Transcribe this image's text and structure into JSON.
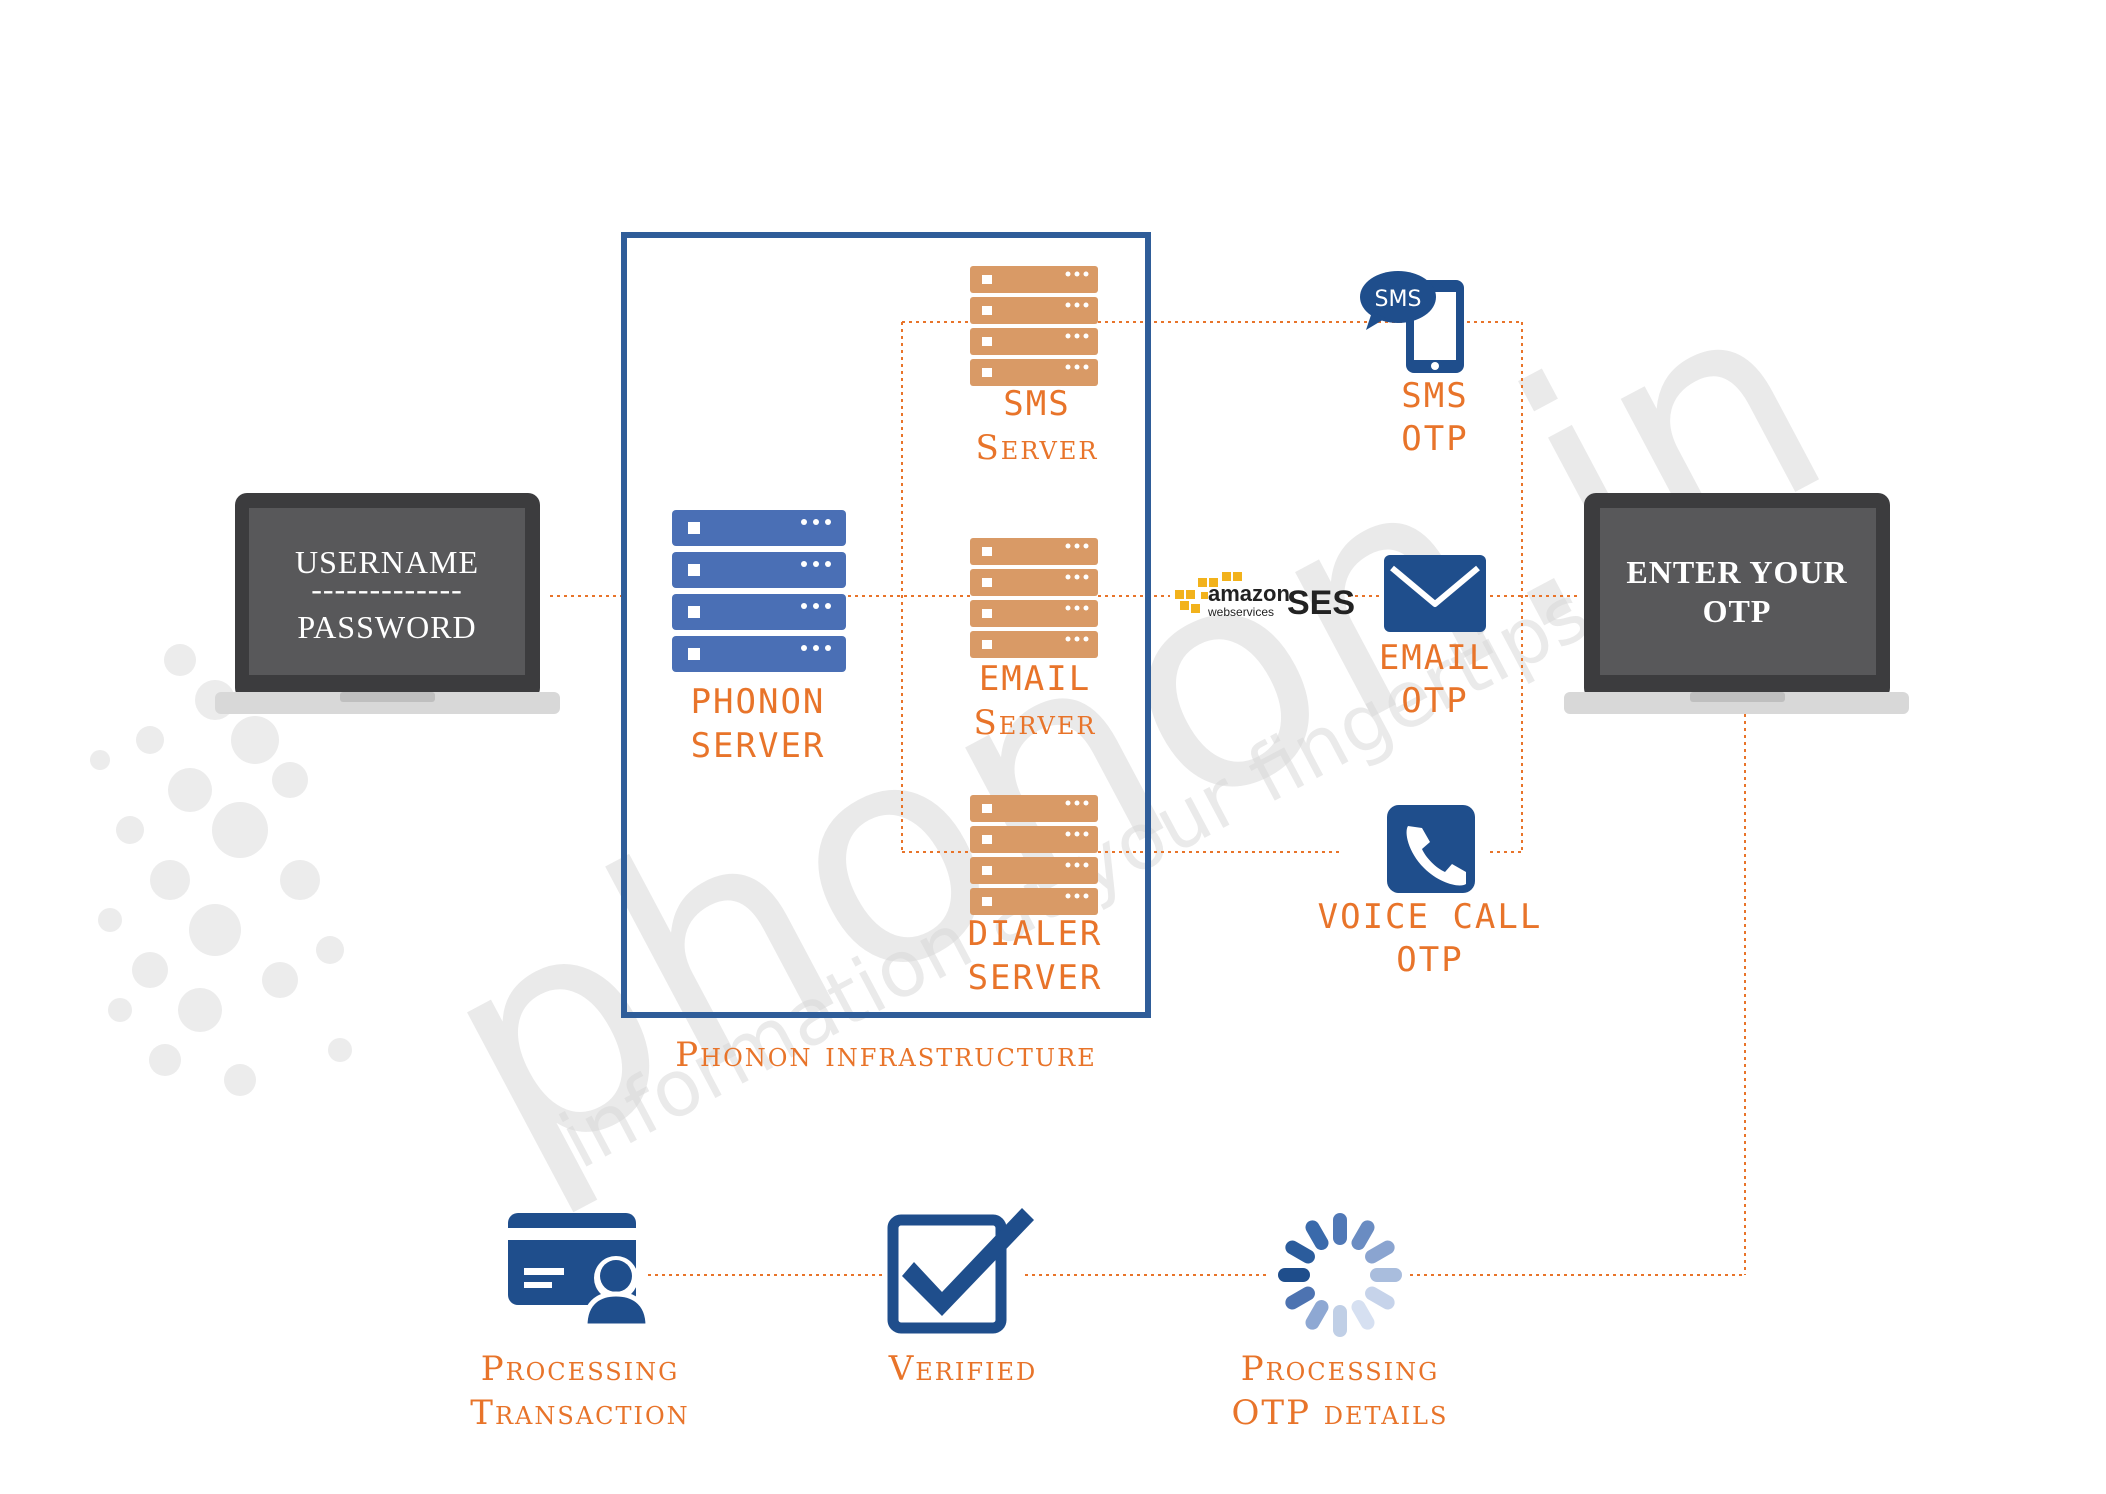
{
  "login_laptop": {
    "line1": "USERNAME",
    "separator": "-------------",
    "line2": "PASSWORD"
  },
  "otp_laptop": {
    "line1": "ENTER YOUR",
    "line2": "OTP"
  },
  "phonon_server": {
    "line1": "PHONON",
    "line2": "SERVER"
  },
  "sms_server": {
    "line1": "SMS",
    "line2": "Server"
  },
  "email_server": {
    "line1": "EMAIL",
    "line2": "Server"
  },
  "dialer_server": {
    "line1": "DIALER",
    "line2": "SERVER"
  },
  "infrastructure_label": "Phonon infrastructure",
  "sms_otp": {
    "icon_text": "SMS",
    "line1": "SMS",
    "line2": "OTP"
  },
  "email_otp": {
    "line1": "EMAIL",
    "line2": "OTP"
  },
  "voice_otp": {
    "line1": "VOICE CALL",
    "line2": "OTP"
  },
  "amazon_ses": {
    "brand": "amazon",
    "sub": "webservices",
    "product": "SES"
  },
  "steps": {
    "processing_transaction": {
      "line1": "Processing",
      "line2": "Transaction"
    },
    "verified": {
      "line1": "Verified"
    },
    "processing_otp": {
      "line1": "Processing",
      "line2": "OTP details"
    }
  },
  "watermark": {
    "brand": "phonon.in",
    "tagline": "information at your fingertips"
  },
  "colors": {
    "accent": "#e8742a",
    "navy": "#1f4e8c",
    "server_blue": "#4a6fb5",
    "server_orange": "#d99a66",
    "laptop": "#3c3c3e"
  }
}
